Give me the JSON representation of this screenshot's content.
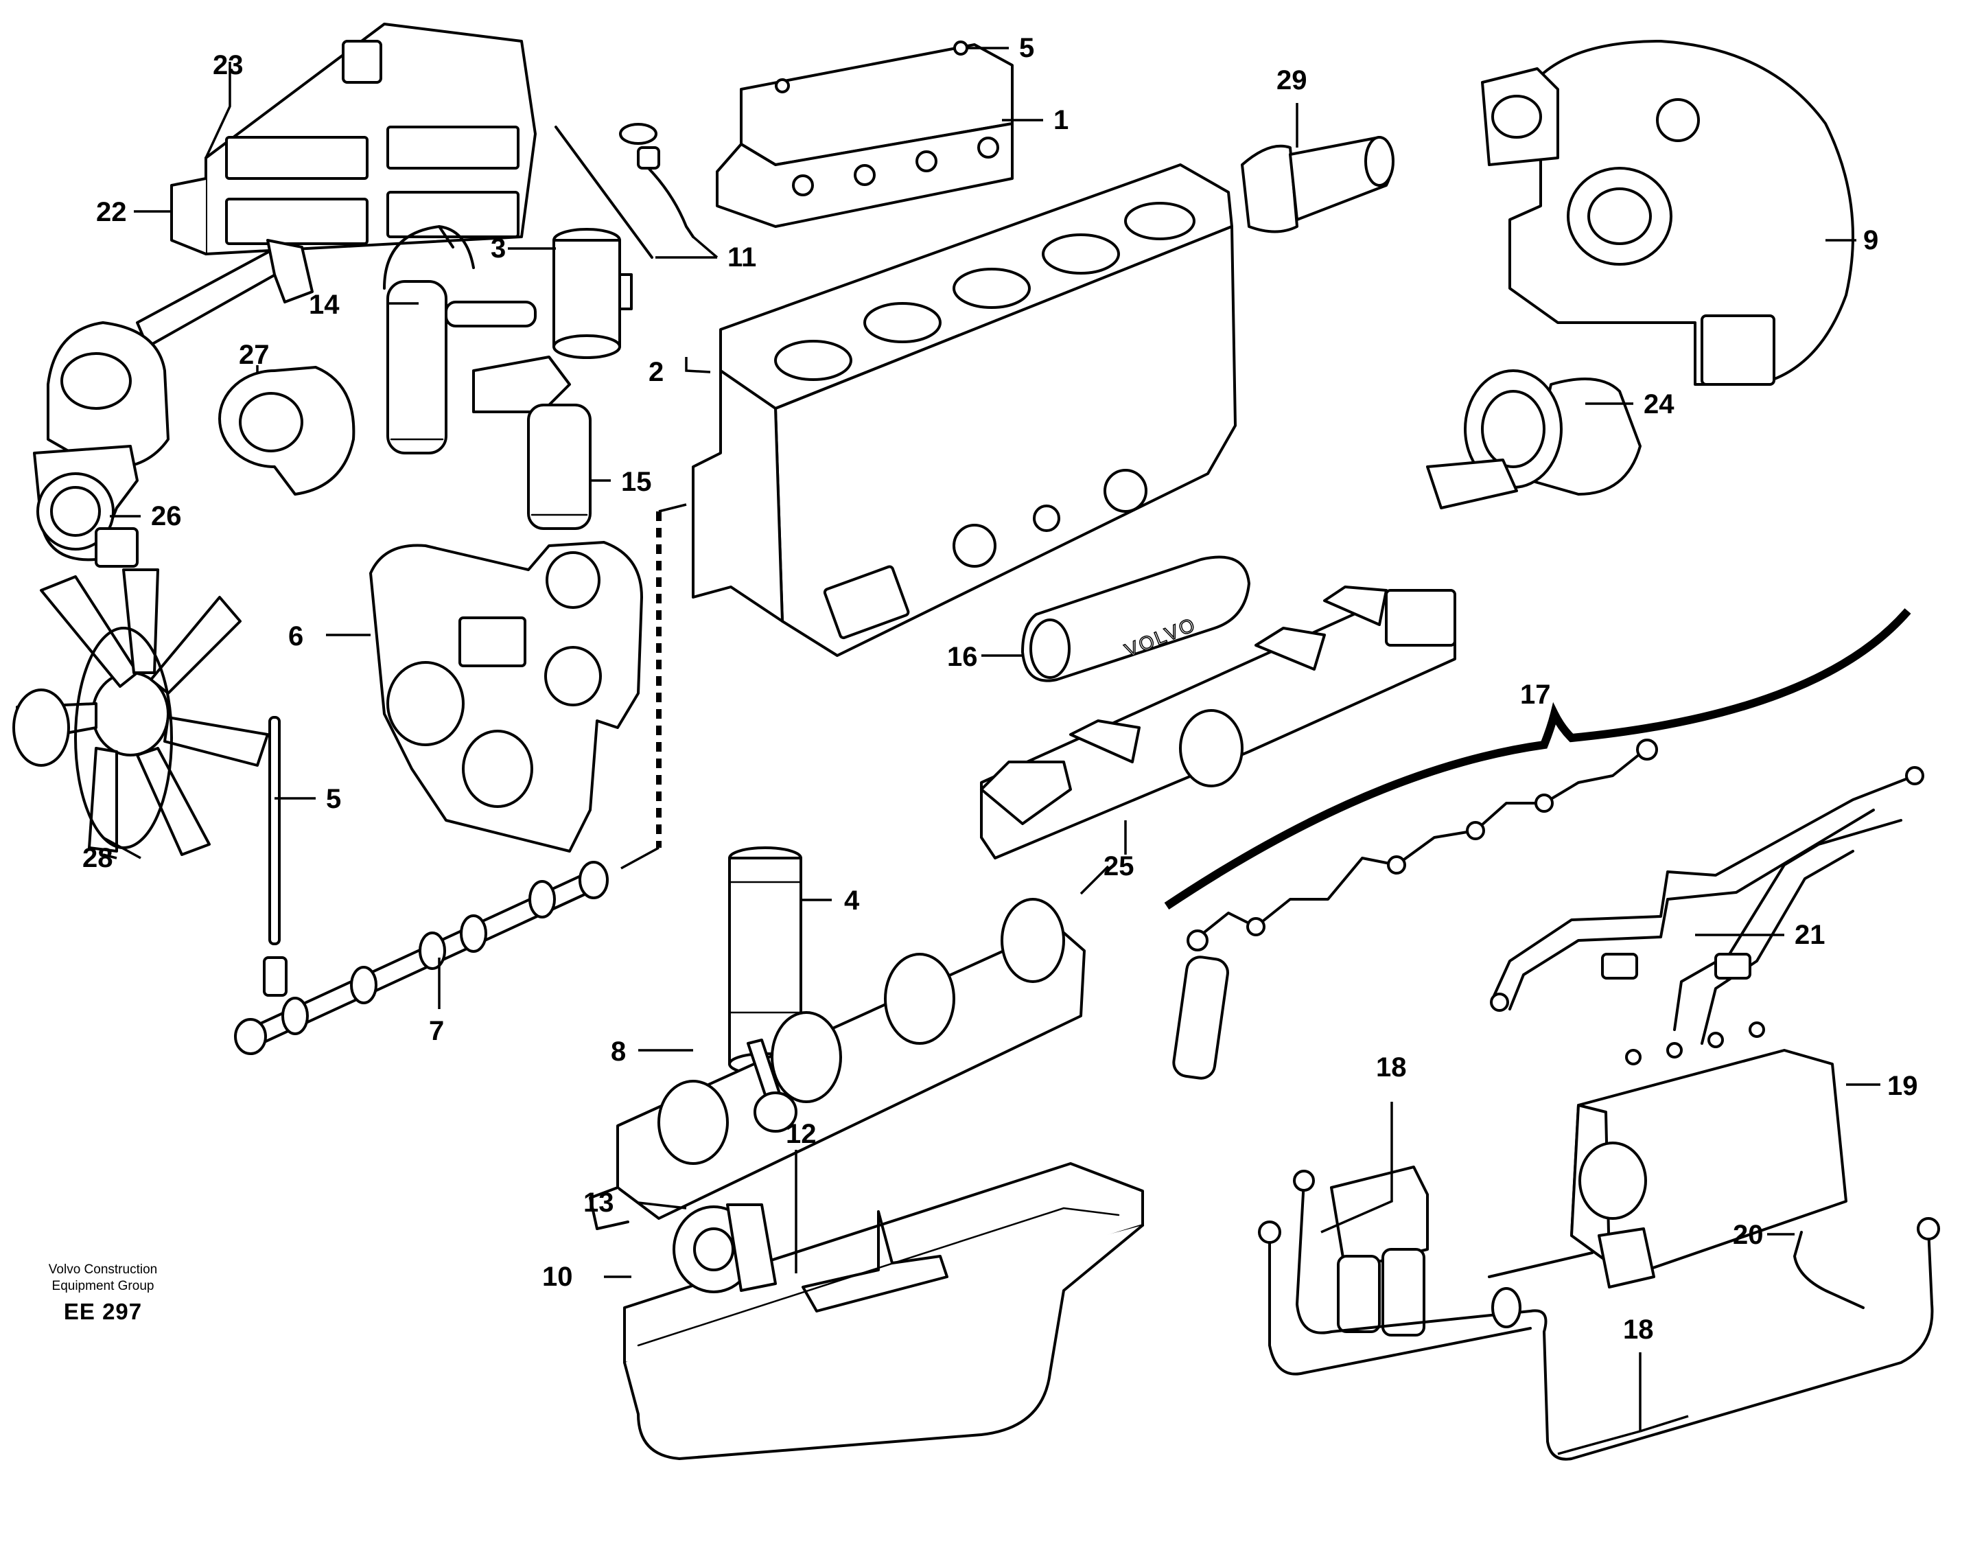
{
  "callouts": {
    "c1": "1",
    "c2": "2",
    "c3": "3",
    "c4": "4",
    "c5a": "5",
    "c5b": "5",
    "c6": "6",
    "c7": "7",
    "c8": "8",
    "c9": "9",
    "c10": "10",
    "c11": "11",
    "c12": "12",
    "c13": "13",
    "c14": "14",
    "c15": "15",
    "c16": "16",
    "c17": "17",
    "c18a": "18",
    "c18b": "18",
    "c19": "19",
    "c20": "20",
    "c21": "21",
    "c22": "22",
    "c23": "23",
    "c24": "24",
    "c25": "25",
    "c26": "26",
    "c27": "27",
    "c28": "28",
    "c29": "29"
  },
  "emboss": {
    "brand": "VOLVO"
  },
  "credit": {
    "line1": "Volvo Construction",
    "line2": "Equipment Group",
    "ref": "EE 297"
  }
}
